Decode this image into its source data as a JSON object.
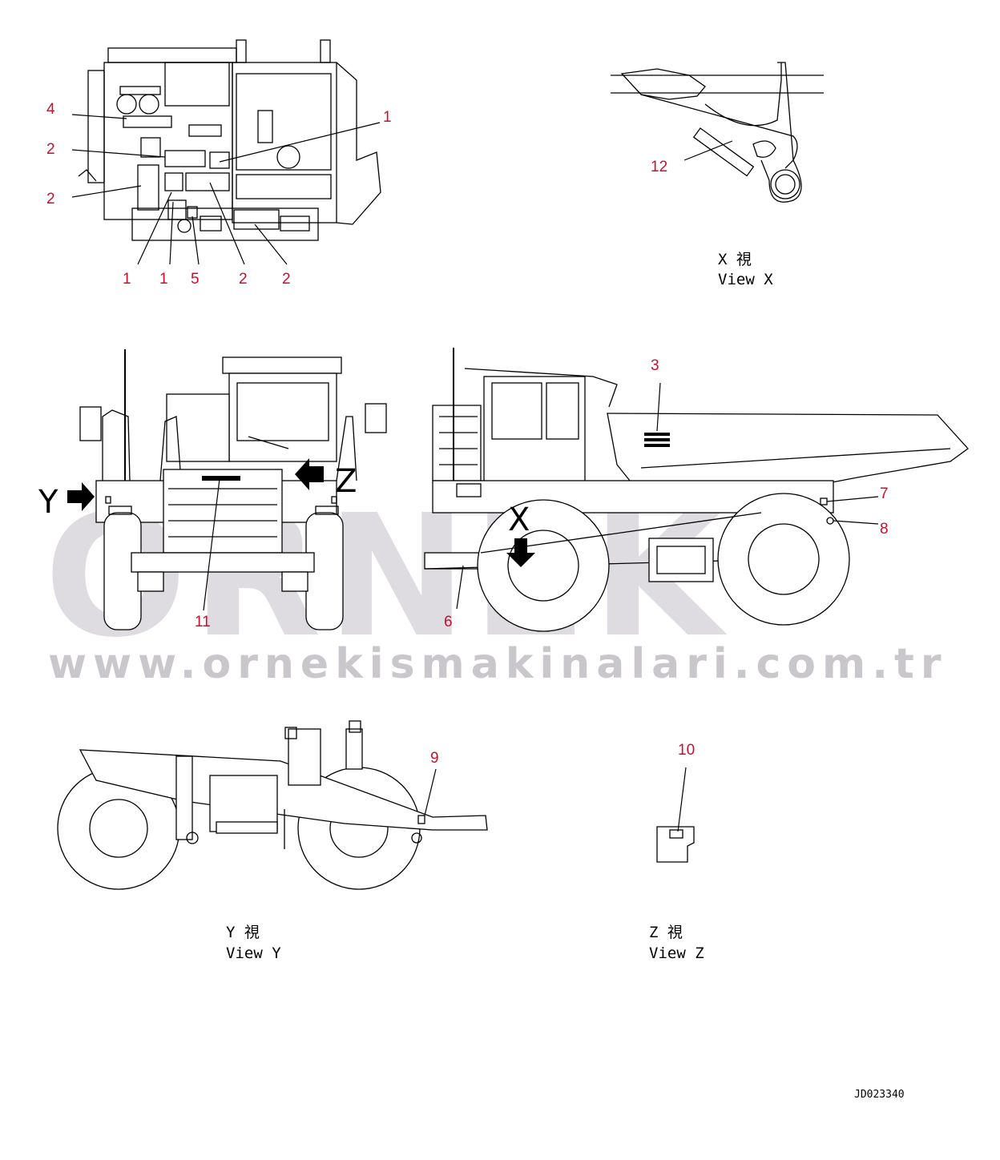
{
  "watermark": {
    "brand": "ORNEK",
    "url": "www.ornekismakinalari.com.tr"
  },
  "callouts": {
    "top_cab": [
      "4",
      "2",
      "2",
      "1",
      "1",
      "1",
      "5",
      "2",
      "2"
    ],
    "view_x": "12",
    "front": "11",
    "side": [
      "3",
      "7",
      "8",
      "6"
    ],
    "view_y": "9",
    "view_z": "10"
  },
  "arrows": {
    "x": "X",
    "y": "Y",
    "z": "Z"
  },
  "views": {
    "x": {
      "jp": "X 視",
      "en": "View X"
    },
    "y": {
      "jp": "Y 視",
      "en": "View Y"
    },
    "z": {
      "jp": "Z 視",
      "en": "View Z"
    }
  },
  "drawing_code": "JD023340"
}
